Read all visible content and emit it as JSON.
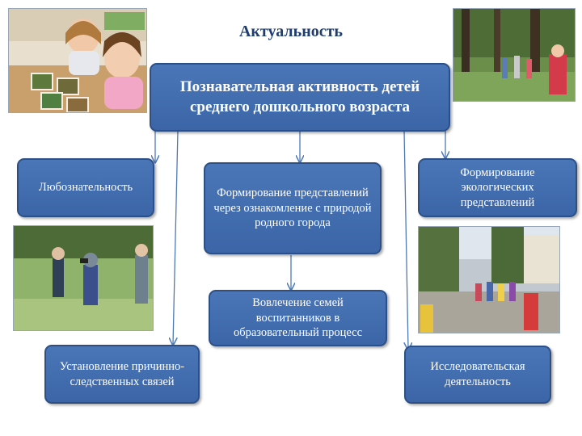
{
  "title": "Актуальность",
  "main": "Познавательная активность детей среднего дошкольного возраста",
  "nodes": {
    "curiosity": "Любознательность",
    "nature": "Формирование представлений через ознакомление с природой родного города",
    "ecology": "Формирование экологических представлений",
    "families": "Вовлечение семей воспитанников в образовательный процесс",
    "causal": "Установление причинно-следственных связей",
    "research": "Исследовательская деятельность"
  },
  "colors": {
    "box_fill": "#3f6aad",
    "box_border": "#2c4f86",
    "title": "#1f3d6e",
    "arrow": "#4f79b6"
  }
}
